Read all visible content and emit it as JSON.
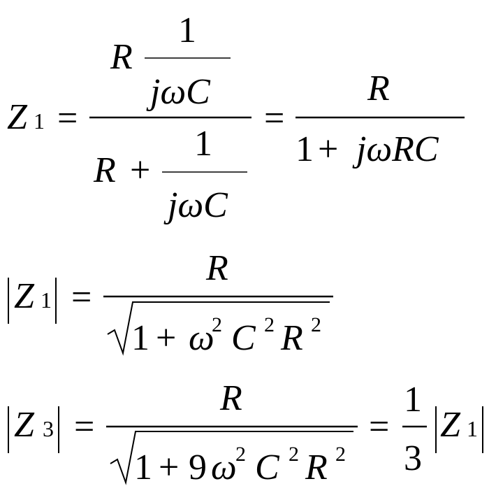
{
  "equations": {
    "eq1": {
      "lhs": {
        "var": "Z",
        "sub": "1"
      },
      "eq_sign": "=",
      "compound_fraction": {
        "num": {
          "r": "R",
          "one": "1",
          "jwc": "jωC"
        },
        "den": {
          "r": "R",
          "plus": "+",
          "one": "1",
          "jwc": "jωC"
        }
      },
      "eq_sign2": "=",
      "result": {
        "num": "R",
        "den": {
          "one": "1",
          "plus": "+",
          "rest": "jωRC"
        }
      }
    },
    "eq2": {
      "lhs": {
        "var": "Z",
        "sub": "1"
      },
      "eq_sign": "=",
      "num": "R",
      "den": {
        "one": "1",
        "plus": "+",
        "omega": "ω",
        "omega_exp": "2",
        "c": "C",
        "c_exp": "2",
        "r": "R",
        "r_exp": "2"
      }
    },
    "eq3": {
      "lhs": {
        "var": "Z",
        "sub": "3"
      },
      "eq_sign": "=",
      "num": "R",
      "den": {
        "one": "1",
        "plus": "+",
        "nine": "9",
        "omega": "ω",
        "omega_exp": "2",
        "c": "C",
        "c_exp": "2",
        "r": "R",
        "r_exp": "2"
      },
      "eq_sign2": "=",
      "ratio": {
        "num": "1",
        "den": "3"
      },
      "rhs": {
        "var": "Z",
        "sub": "1"
      }
    }
  }
}
